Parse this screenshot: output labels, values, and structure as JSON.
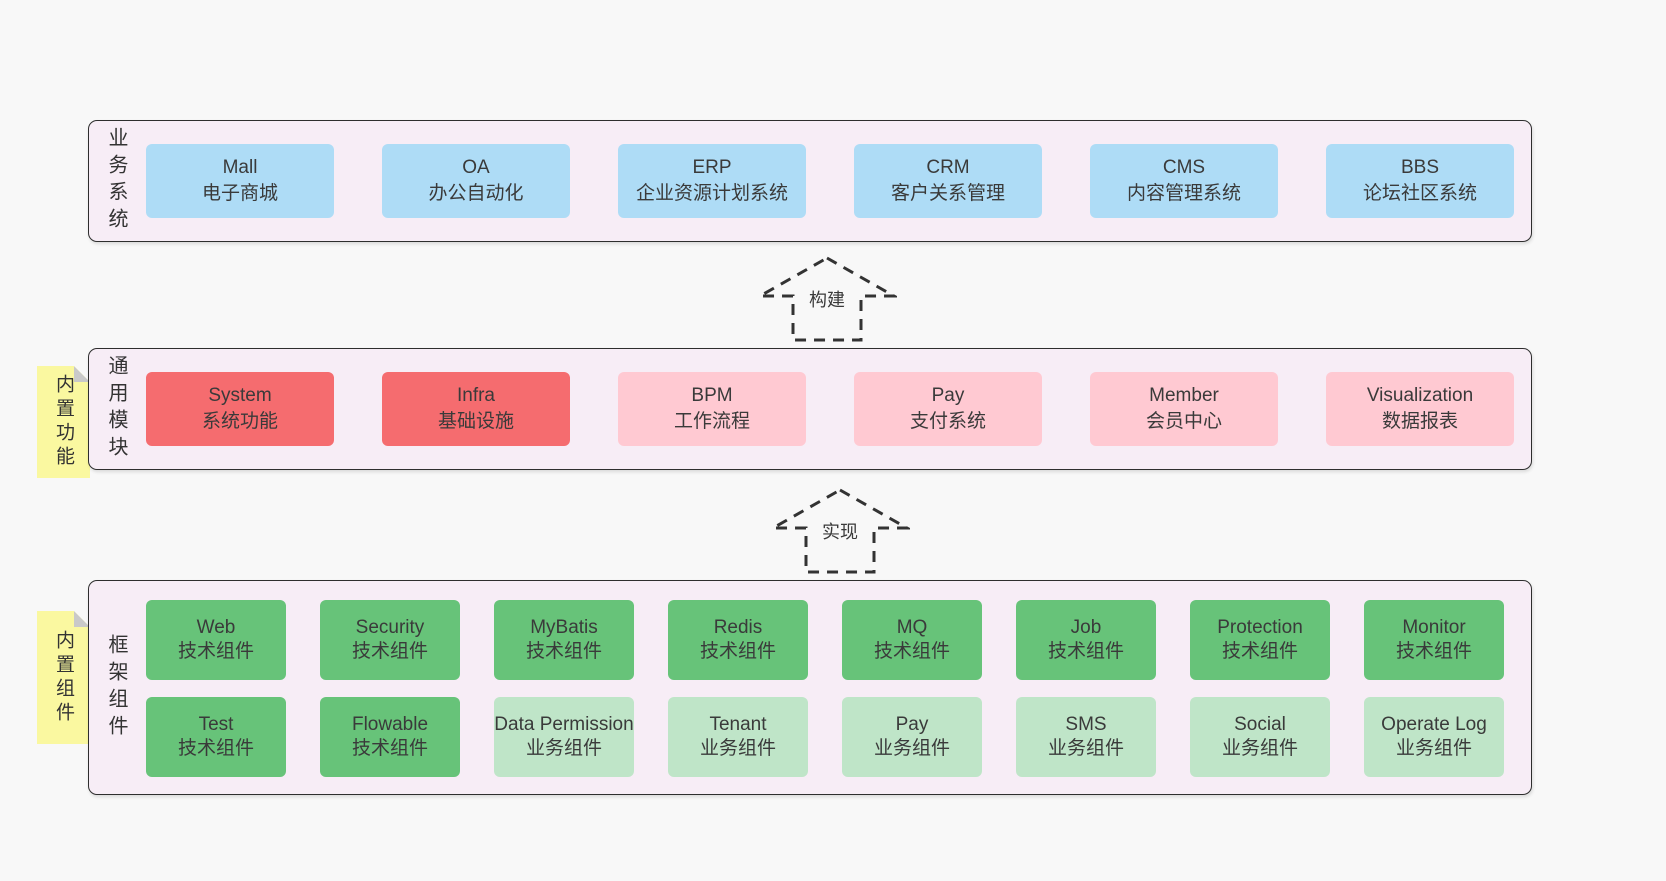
{
  "colors": {
    "page_bg": "#f8f8f8",
    "layer_bg": "#f7edf6",
    "layer_border": "#2e2e2e",
    "box_blue": "#aedcf6",
    "box_red": "#f56c6f",
    "box_pink": "#ffc9d2",
    "box_green": "#67c379",
    "box_green_light": "#bfe5c8",
    "note_yellow": "#faf8a0",
    "note_fold_gray": "#c9c9c9"
  },
  "arrows": {
    "build": "构建",
    "implement": "实现"
  },
  "notes": {
    "features": "内置功能",
    "components": "内置组件"
  },
  "layers": {
    "business": {
      "label": "业务系统",
      "boxes": [
        {
          "title": "Mall",
          "subtitle": "电子商城"
        },
        {
          "title": "OA",
          "subtitle": "办公自动化"
        },
        {
          "title": "ERP",
          "subtitle": "企业资源计划系统"
        },
        {
          "title": "CRM",
          "subtitle": "客户关系管理"
        },
        {
          "title": "CMS",
          "subtitle": "内容管理系统"
        },
        {
          "title": "BBS",
          "subtitle": "论坛社区系统"
        }
      ]
    },
    "modules": {
      "label": "通用模块",
      "boxes": [
        {
          "title": "System",
          "subtitle": "系统功能"
        },
        {
          "title": "Infra",
          "subtitle": "基础设施"
        },
        {
          "title": "BPM",
          "subtitle": "工作流程"
        },
        {
          "title": "Pay",
          "subtitle": "支付系统"
        },
        {
          "title": "Member",
          "subtitle": "会员中心"
        },
        {
          "title": "Visualization",
          "subtitle": "数据报表"
        }
      ]
    },
    "framework": {
      "label": "框架组件",
      "row1": [
        {
          "title": "Web",
          "subtitle": "技术组件"
        },
        {
          "title": "Security",
          "subtitle": "技术组件"
        },
        {
          "title": "MyBatis",
          "subtitle": "技术组件"
        },
        {
          "title": "Redis",
          "subtitle": "技术组件"
        },
        {
          "title": "MQ",
          "subtitle": "技术组件"
        },
        {
          "title": "Job",
          "subtitle": "技术组件"
        },
        {
          "title": "Protection",
          "subtitle": "技术组件"
        },
        {
          "title": "Monitor",
          "subtitle": "技术组件"
        }
      ],
      "row2": [
        {
          "title": "Test",
          "subtitle": "技术组件"
        },
        {
          "title": "Flowable",
          "subtitle": "技术组件"
        },
        {
          "title": "Data Permission",
          "subtitle": "业务组件"
        },
        {
          "title": "Tenant",
          "subtitle": "业务组件"
        },
        {
          "title": "Pay",
          "subtitle": "业务组件"
        },
        {
          "title": "SMS",
          "subtitle": "业务组件"
        },
        {
          "title": "Social",
          "subtitle": "业务组件"
        },
        {
          "title": "Operate Log",
          "subtitle": "业务组件"
        }
      ]
    }
  }
}
